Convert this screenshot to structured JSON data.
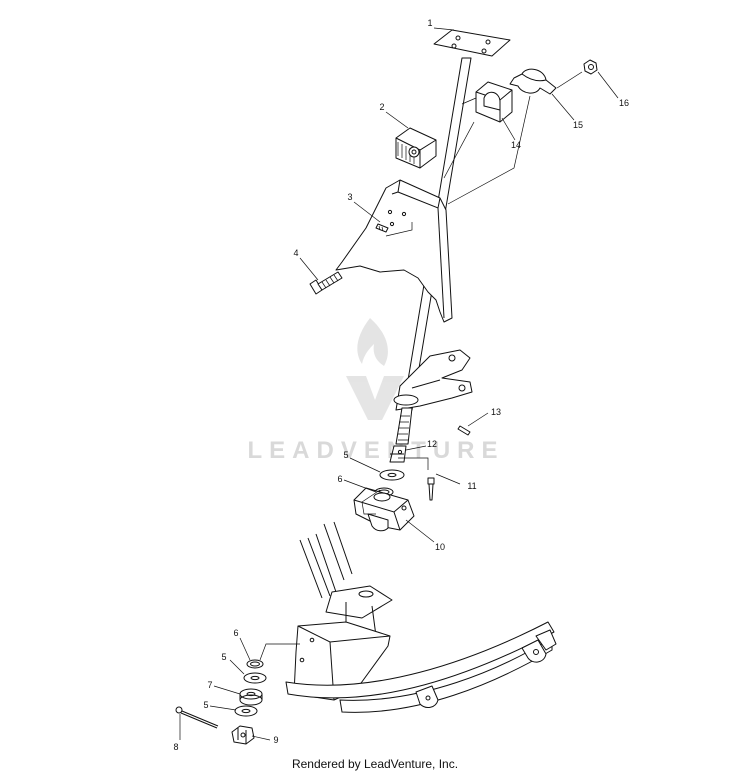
{
  "watermark": {
    "brand": "LEADVENTURE"
  },
  "footer": {
    "credit": "Rendered by LeadVenture, Inc."
  },
  "callouts": [
    "1",
    "2",
    "3",
    "4",
    "5",
    "6",
    "8",
    "5",
    "6",
    "7",
    "5",
    "9",
    "10",
    "11",
    "12",
    "13",
    "14",
    "15",
    "16"
  ],
  "colors": {
    "line": "#111111",
    "watermark": "#d9d9d9",
    "background": "#ffffff"
  }
}
